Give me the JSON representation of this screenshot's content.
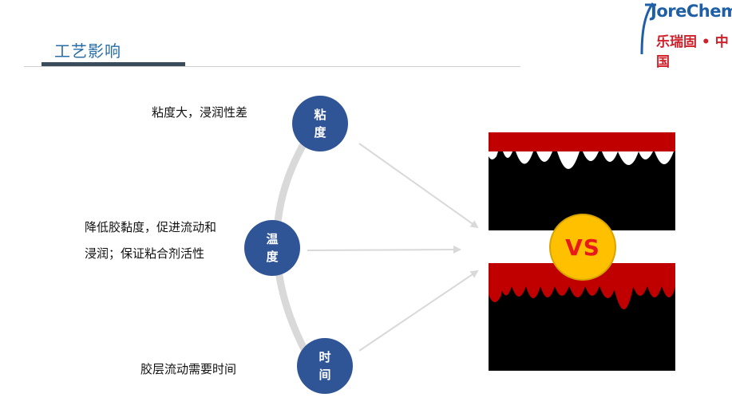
{
  "header": {
    "title": "工艺影响",
    "logo_text": "JoreChem",
    "logo_cn": "乐瑞固 • 中国"
  },
  "nodes": {
    "viscosity": "粘度",
    "temperature": "温度",
    "time": "时间"
  },
  "labels": {
    "viscosity_text": "粘度大，浸润性差",
    "temperature_line1": "降低胶黏度，促进流动和",
    "temperature_line2": "浸润；保证粘合剂活性",
    "time_text": "胶层流动需要时间"
  },
  "comparison": {
    "vs_label": "VS"
  },
  "colors": {
    "node_blue": "#2f5597",
    "title_blue": "#2a6ea8",
    "panel_red": "#c00000",
    "vs_yellow": "#ffc000",
    "vs_red": "#e8191b"
  }
}
